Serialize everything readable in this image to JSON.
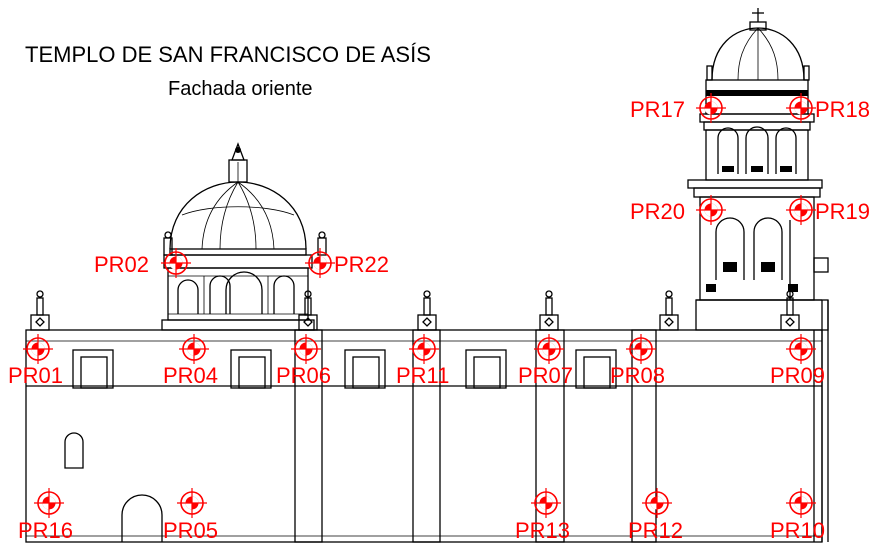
{
  "title": "TEMPLO DE SAN FRANCISCO DE ASÍS",
  "subtitle": "Fachada oriente",
  "markers": [
    {
      "label": "PR01"
    },
    {
      "label": "PR02"
    },
    {
      "label": "PR04"
    },
    {
      "label": "PR05"
    },
    {
      "label": "PR06"
    },
    {
      "label": "PR07"
    },
    {
      "label": "PR08"
    },
    {
      "label": "PR09"
    },
    {
      "label": "PR10"
    },
    {
      "label": "PR11"
    },
    {
      "label": "PR12"
    },
    {
      "label": "PR13"
    },
    {
      "label": "PR16"
    },
    {
      "label": "PR17"
    },
    {
      "label": "PR18"
    },
    {
      "label": "PR19"
    },
    {
      "label": "PR20"
    },
    {
      "label": "PR22"
    }
  ],
  "colors": {
    "marker": "#ff0000",
    "linework": "#000000",
    "background": "#ffffff"
  }
}
